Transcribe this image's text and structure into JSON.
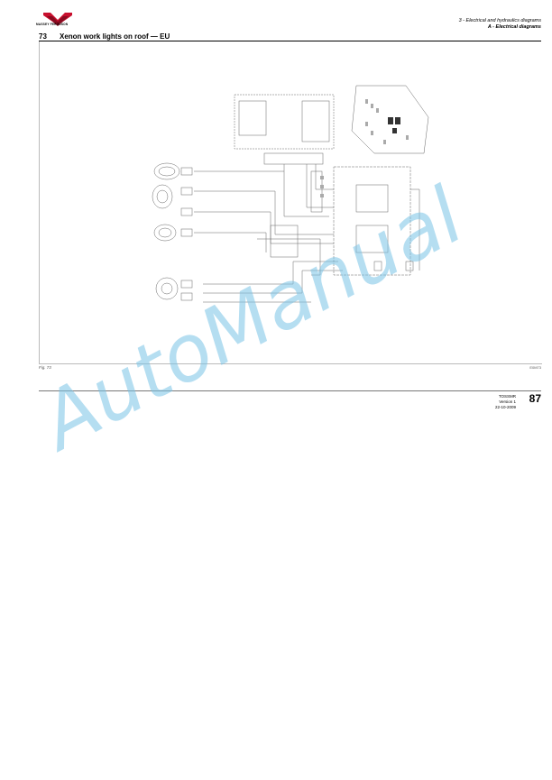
{
  "header": {
    "brand": "MASSEY FERGUSON",
    "section": "3 - Electrical and hydraulics diagrams",
    "subsection": "A - Electrical diagrams"
  },
  "page": {
    "section_number": "73",
    "section_title": "Xenon work lights on roof — EU"
  },
  "figure": {
    "label": "Fig. 73",
    "code": "E0M73"
  },
  "footer": {
    "doc_code": "TOSSMR",
    "version": "Version 1",
    "date": "22-10-2009",
    "page_number": "87"
  },
  "watermark": "AutoManual",
  "colors": {
    "brand_red": "#c8102e",
    "watermark": "#78c3e6"
  }
}
